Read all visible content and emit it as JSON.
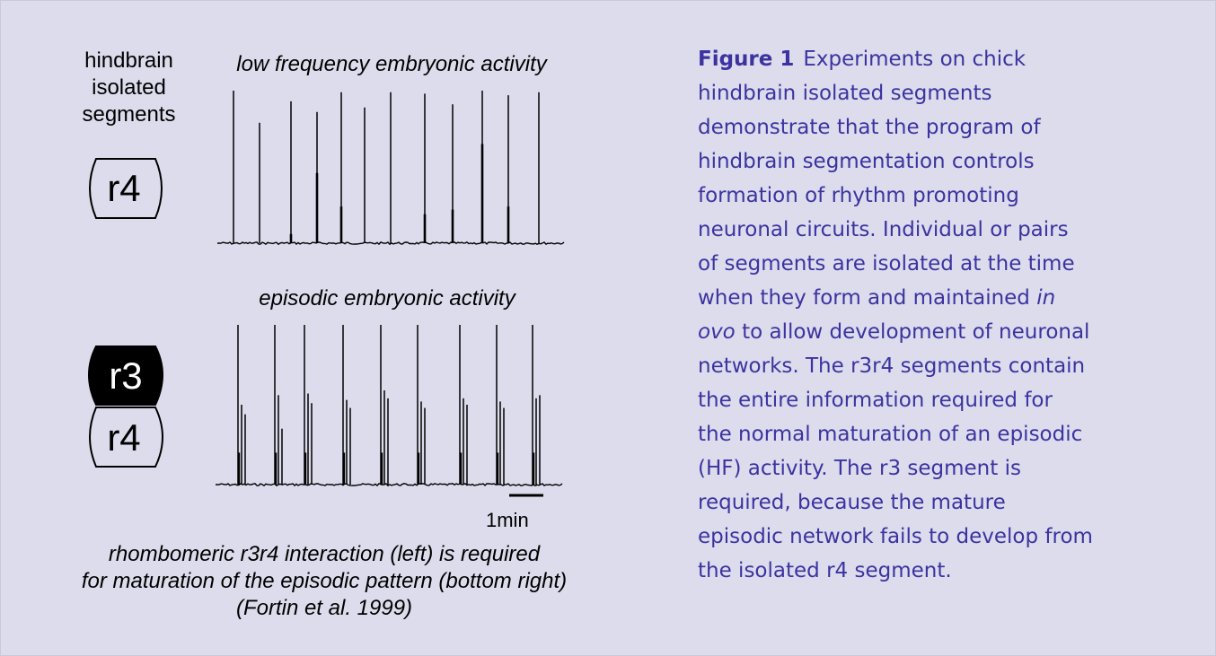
{
  "figure": {
    "left_labels": {
      "hindbrain_label": [
        "hindbrain",
        "isolated",
        "segments"
      ]
    },
    "segments": {
      "top": "r4",
      "bottom_upper": "r3",
      "bottom_lower": "r4"
    },
    "traces": {
      "top_title": "low frequency embryonic activity",
      "bottom_title": "episodic embryonic activity",
      "scale_label": "1min"
    },
    "image_caption": [
      "rhombomeric r3r4 interaction (left) is required",
      "for maturation of the episodic pattern (bottom right)",
      "(Fortin et al. 1999)"
    ]
  },
  "caption": {
    "heading": "Figure 1",
    "text_before": "Experiments on chick hindbrain isolated segments demonstrate that the program of hindbrain segmentation controls formation of rhythm promoting neuronal circuits. Individual or pairs of segments are isolated at the time when they form and maintained ",
    "italic": "in ovo",
    "text_after": " to allow development of neuronal networks. The r3r4 segments contain the entire information required for the normal maturation of an episodic (HF) activity. The r3 segment is required, because the mature episodic network fails to develop from the isolated r4 segment."
  },
  "colors": {
    "background": "#dcdcec",
    "caption_text": "#3c33a0",
    "trace": "#000000"
  },
  "chart_data": [
    {
      "type": "line",
      "title": "low frequency embryonic activity",
      "spike_times": [
        259,
        288,
        323,
        352,
        379,
        405,
        434,
        472,
        503,
        536,
        565,
        599
      ],
      "spike_heights": [
        1.0,
        0.79,
        0.93,
        0.86,
        0.99,
        0.89,
        0.99,
        0.98,
        0.91,
        1.0,
        0.97,
        0.99
      ],
      "spike_sub_heights": [
        0.0,
        0.0,
        0.06,
        0.46,
        0.24,
        0.0,
        0.0,
        0.19,
        0.22,
        0.65,
        0.24,
        0.0
      ]
    },
    {
      "type": "line",
      "title": "episodic embryonic activity",
      "bursts": [
        {
          "t": 264,
          "peaks": [
            1.0,
            0.5,
            0.44
          ]
        },
        {
          "t": 305,
          "peaks": [
            1.0,
            0.56,
            0.35
          ]
        },
        {
          "t": 338,
          "peaks": [
            1.0,
            0.57,
            0.51
          ]
        },
        {
          "t": 381,
          "peaks": [
            1.0,
            0.53,
            0.48
          ]
        },
        {
          "t": 423,
          "peaks": [
            1.0,
            0.59,
            0.54
          ]
        },
        {
          "t": 464,
          "peaks": [
            1.0,
            0.52,
            0.48
          ]
        },
        {
          "t": 511,
          "peaks": [
            1.0,
            0.54,
            0.5
          ]
        },
        {
          "t": 552,
          "peaks": [
            1.0,
            0.52,
            0.48
          ]
        },
        {
          "t": 592,
          "peaks": [
            1.0,
            0.54,
            0.56
          ]
        }
      ]
    }
  ]
}
